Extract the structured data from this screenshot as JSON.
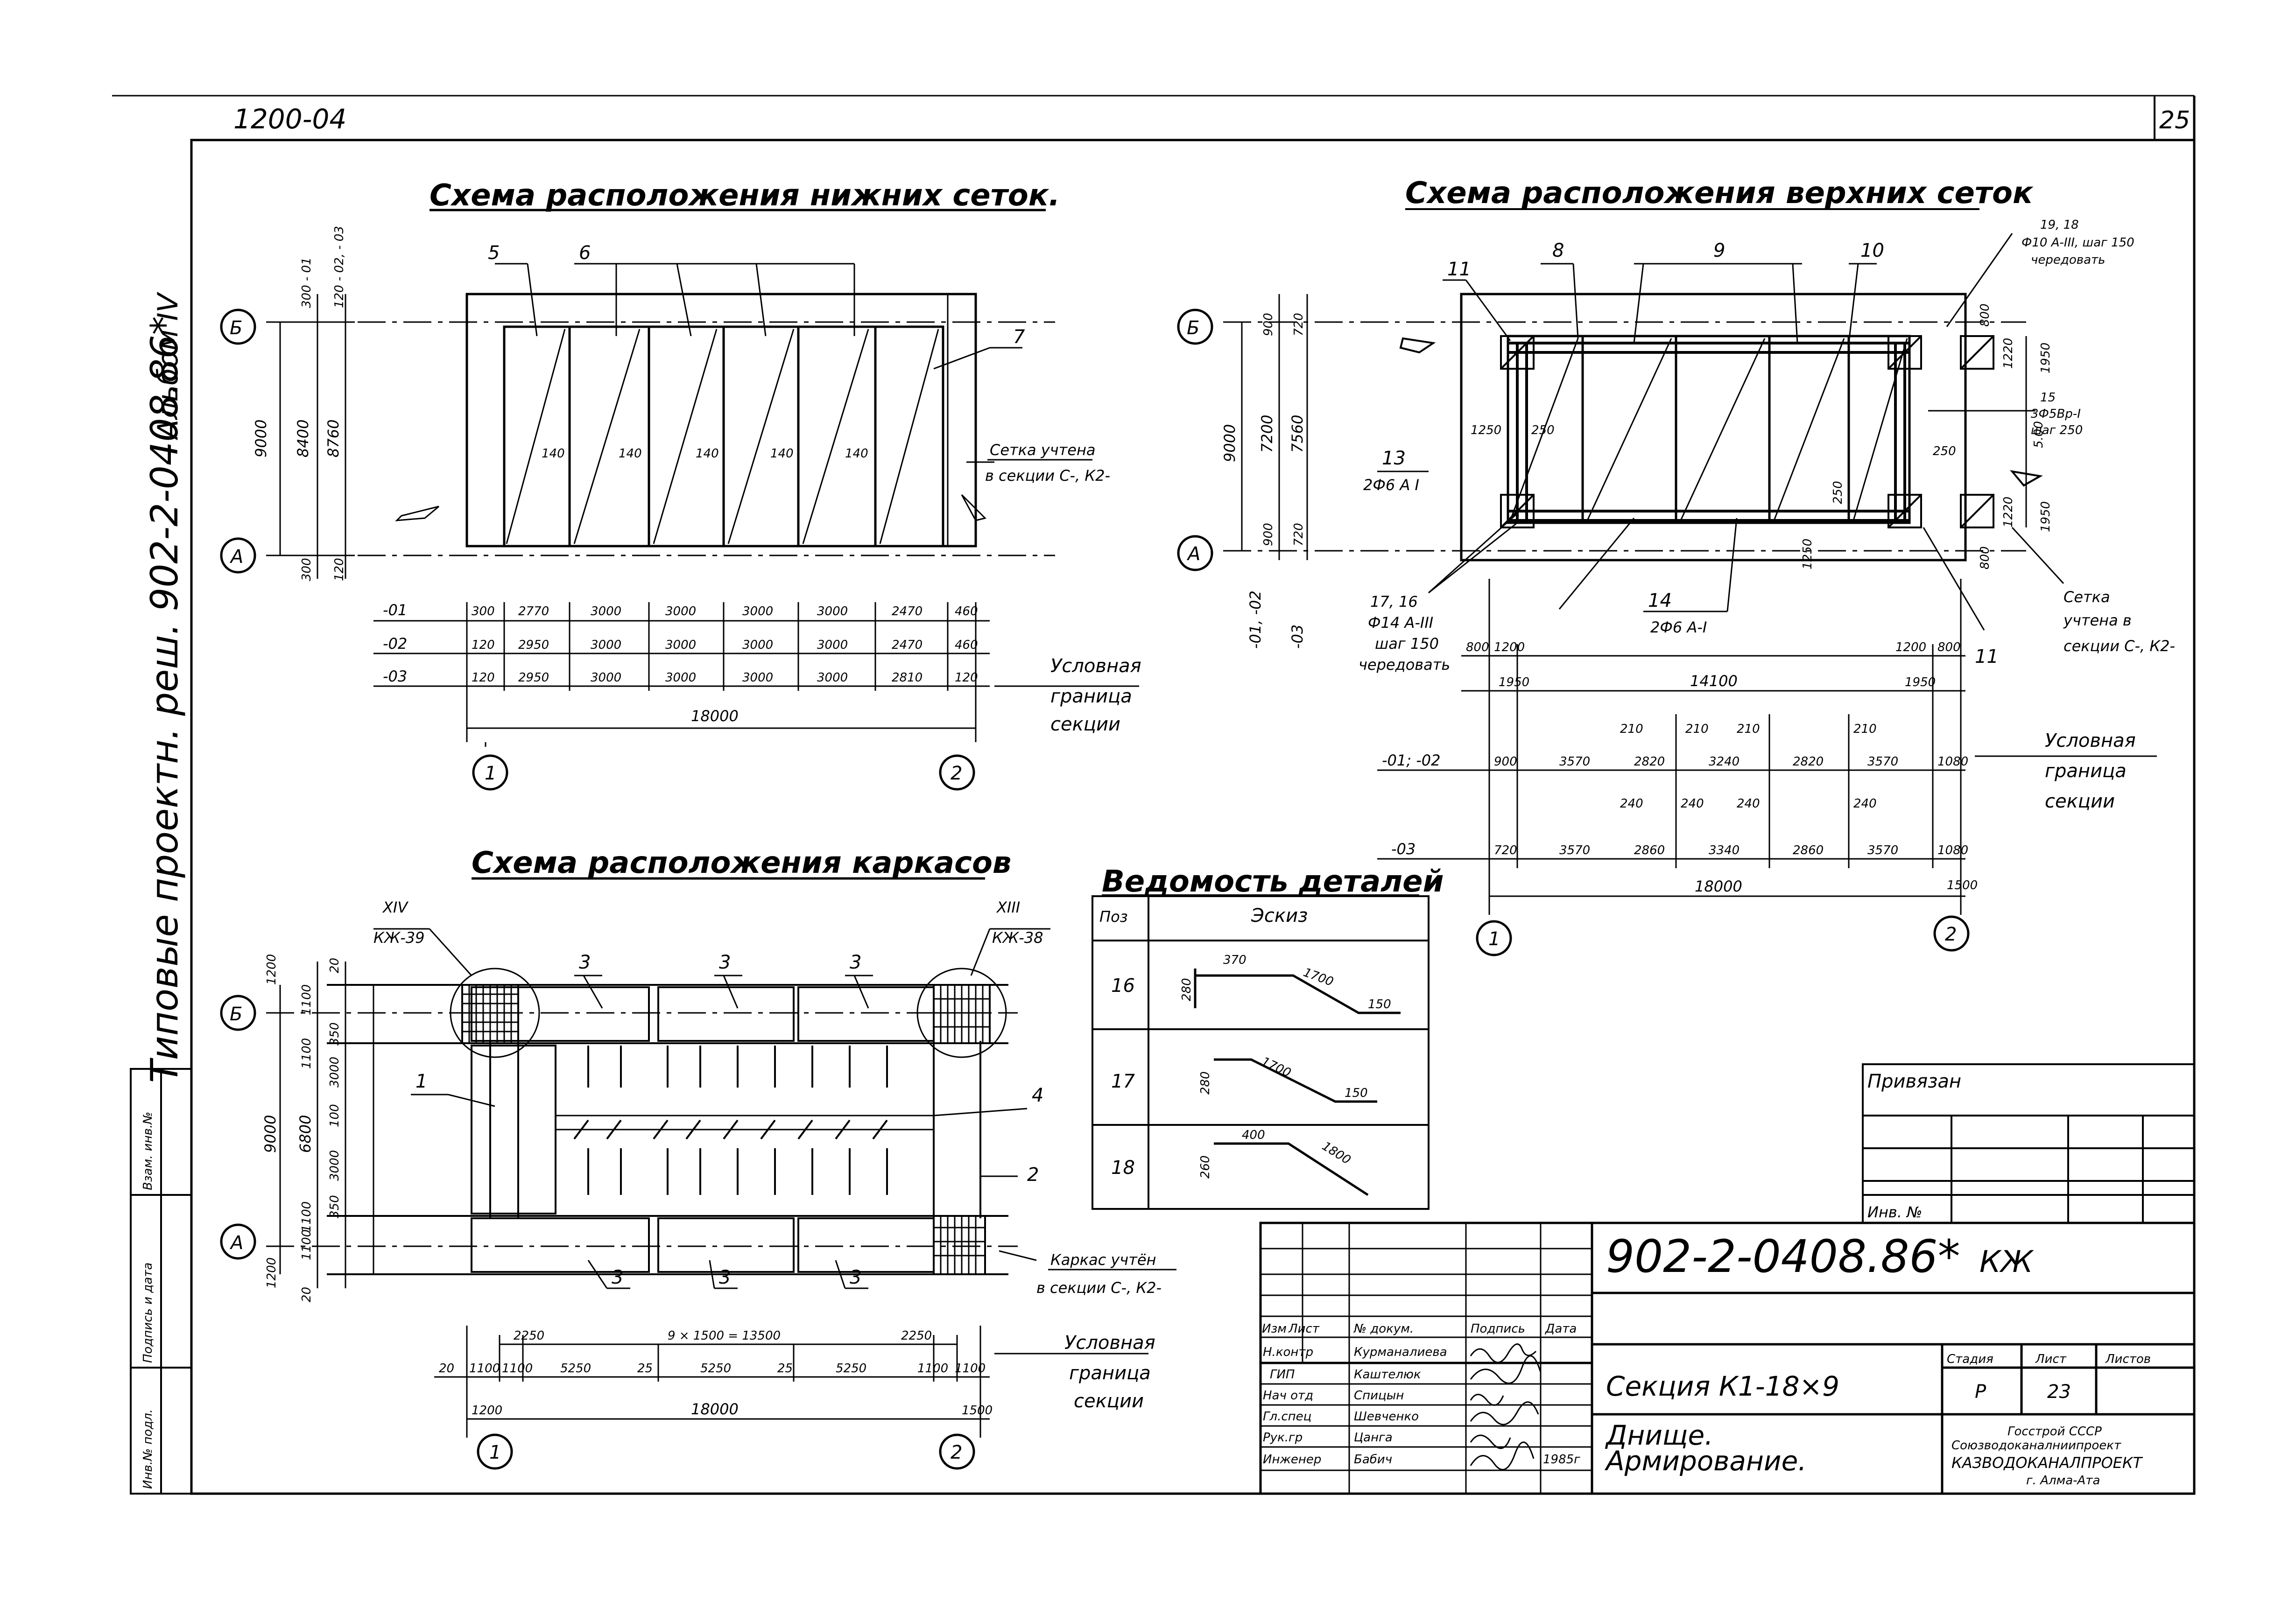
{
  "sheet": {
    "code_top_left": "1200-04",
    "sheet_number": "25",
    "album": "Альбом IV",
    "series_vertical": "Типовые проектн. реш. 902-2-0408.86*",
    "side_stamp": [
      "Инв.№ подл.",
      "Подпись и дата",
      "Взам. инв.№"
    ]
  },
  "lower_mesh": {
    "title": "Схема расположения нижних сеток.",
    "axes": [
      "Б",
      "А",
      "1",
      "2"
    ],
    "callouts": [
      "5",
      "6",
      "7"
    ],
    "gaps": [
      "140",
      "140",
      "140",
      "140",
      "140"
    ],
    "note": [
      "Сетка учтена",
      "в секции С-, К2-"
    ],
    "vert_dims": {
      "total": "9000",
      "mid": [
        "8400",
        "8760"
      ],
      "top": [
        "300 - 01",
        "120 - 02, - 03"
      ],
      "bottom": [
        "300",
        "120"
      ]
    },
    "rows": [
      {
        "label": "-01",
        "cells": [
          "300",
          "2770",
          "3000",
          "3000",
          "3000",
          "3000",
          "2470",
          "460"
        ]
      },
      {
        "label": "-02",
        "cells": [
          "120",
          "2950",
          "3000",
          "3000",
          "3000",
          "3000",
          "2470",
          "460"
        ]
      },
      {
        "label": "-03",
        "cells": [
          "120",
          "2950",
          "3000",
          "3000",
          "3000",
          "3000",
          "2810",
          "120"
        ]
      }
    ],
    "total": "18000",
    "boundary": [
      "Условная",
      "граница",
      "секции"
    ]
  },
  "upper_mesh": {
    "title": "Схема расположения верхних сеток",
    "axes": [
      "Б",
      "А",
      "1",
      "2"
    ],
    "callouts": [
      "8",
      "9",
      "10",
      "11",
      "11"
    ],
    "top_note": [
      "19, 18",
      "Ф10 А-III, шаг 150",
      "чередовать"
    ],
    "note15": [
      "15",
      "3Ф5Вр-I",
      "шаг 250"
    ],
    "note13": [
      "13",
      "2Ф6 А I"
    ],
    "note17": [
      "17, 16",
      "Ф14 А-III",
      "шаг 150",
      "чередовать"
    ],
    "note14": [
      "14",
      "2Ф6 А-I"
    ],
    "note_right": [
      "Сетка",
      "учтена в",
      "секции С-, К2-"
    ],
    "vert_dims": [
      "900",
      "720",
      "7200",
      "7560",
      "9000",
      "900",
      "720",
      "1250",
      "250",
      "250",
      "1250",
      "1220",
      "1950",
      "1220",
      "1950",
      "800",
      "800",
      "250",
      "5.00"
    ],
    "side_labels": [
      "-01, -02",
      "-03"
    ],
    "top_dims": [
      "800",
      "1200",
      "1950",
      "14100",
      "1200",
      "800",
      "1950"
    ],
    "row1_label": "-01; -02",
    "row1": [
      "900",
      "3570",
      "2820",
      "3240",
      "2820",
      "3570",
      "1080"
    ],
    "row1_small": [
      "210",
      "210",
      "210",
      "210"
    ],
    "row2_label": "-03",
    "row2": [
      "720",
      "3570",
      "2860",
      "3340",
      "2860",
      "3570",
      "1080"
    ],
    "row2_small": [
      "240",
      "240",
      "240",
      "240"
    ],
    "total": "18000",
    "tail": "1500",
    "boundary": [
      "Условная",
      "граница",
      "секции"
    ]
  },
  "frames": {
    "title": "Схема расположения каркасов",
    "axes": [
      "Б",
      "А",
      "1",
      "2"
    ],
    "node_left": [
      "XIV",
      "КЖ-39"
    ],
    "node_right": [
      "XIII",
      "КЖ-38"
    ],
    "callouts": [
      "3",
      "3",
      "3",
      "1",
      "4",
      "2",
      "3",
      "3",
      "3"
    ],
    "vert_dims": [
      "1200",
      "20",
      "1100",
      "1100",
      "9000",
      "6800",
      "3000",
      "100",
      "3000",
      "350",
      "350",
      "1100",
      "1100",
      "1200",
      "20"
    ],
    "dims_top": [
      "2250",
      "9 × 1500 = 13500",
      "2250"
    ],
    "dims_mid": [
      "20",
      "1100",
      "1100",
      "5250",
      "25",
      "5250",
      "25",
      "5250",
      "1100",
      "1100"
    ],
    "dims_bottom_left": "1200",
    "total": "18000",
    "tail": "1500",
    "note": [
      "Каркас учтён",
      "в секции С-, К2-"
    ],
    "boundary": [
      "Условная",
      "граница",
      "секции"
    ]
  },
  "details": {
    "title": "Ведомость деталей",
    "col_pos": "Поз",
    "col_sketch": "Эскиз",
    "rows": [
      {
        "pos": "16",
        "dims": [
          "370",
          "1700",
          "150",
          "280"
        ]
      },
      {
        "pos": "17",
        "dims": [
          "1700",
          "150",
          "280"
        ]
      },
      {
        "pos": "18",
        "dims": [
          "400",
          "1800",
          "260"
        ]
      }
    ]
  },
  "privyazan": {
    "title": "Привязан",
    "inv": "Инв. №"
  },
  "stamp": {
    "code": "902-2-0408.86*",
    "mark": "КЖ",
    "headers": [
      "Изм",
      "Лист",
      "№ докум.",
      "Подпись",
      "Дата"
    ],
    "people": [
      {
        "role": "Н.контр",
        "name": "Курманалиева"
      },
      {
        "role": "ГИП",
        "name": "Каштелюк"
      },
      {
        "role": "Нач отд",
        "name": "Спицын"
      },
      {
        "role": "Гл.спец",
        "name": "Шевченко"
      },
      {
        "role": "Рук.гр",
        "name": "Цанга"
      },
      {
        "role": "Инженер",
        "name": "Бабич"
      }
    ],
    "year": "1985г",
    "section": "Секция К1-18×9",
    "drawing_title": [
      "Днище.",
      "Армирование."
    ],
    "stage_headers": [
      "Стадия",
      "Лист",
      "Листов"
    ],
    "stage": "Р",
    "sheet": "23",
    "org": [
      "Госстрой СССР",
      "Союзводоканалниипроект",
      "КАЗВОДОКАНАЛПРОЕКТ",
      "г. Алма-Ата"
    ]
  }
}
